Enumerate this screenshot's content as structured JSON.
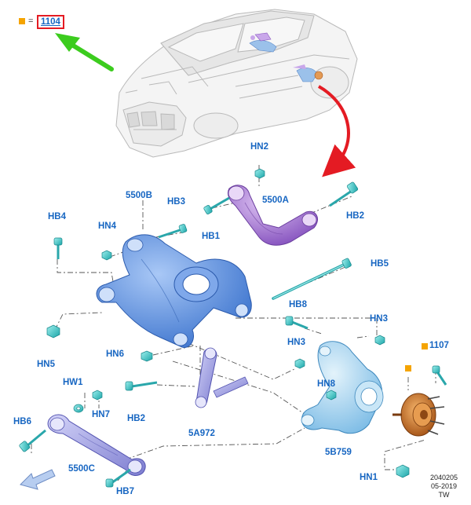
{
  "legend": {
    "marker_color": "#f5a400",
    "equals": "=",
    "reference": "1104"
  },
  "parts": {
    "hn2": "HN2",
    "b5500b": "5500B",
    "hb3": "HB3",
    "b5500a": "5500A",
    "hb4": "HB4",
    "hn4": "HN4",
    "hb1": "HB1",
    "hb2_top": "HB2",
    "hb5": "HB5",
    "hb8": "HB8",
    "hn3_right": "HN3",
    "hn3_mid": "HN3",
    "hn5": "HN5",
    "hn6": "HN6",
    "p1107": "1107",
    "hw1": "HW1",
    "hn8": "HN8",
    "hn7": "HN7",
    "hb2_low": "HB2",
    "hb6": "HB6",
    "a5a972": "5A972",
    "b5b759": "5B759",
    "c5500c": "5500C",
    "hn1": "HN1",
    "hb7": "HB7"
  },
  "stamp": {
    "code": "2040205",
    "date": "05-2019",
    "initials": "TW"
  },
  "colors": {
    "callout_text": "#1766c2",
    "leader_line": "#555555",
    "green_arrow": "#3ccc1e",
    "red_arrow": "#e41b23",
    "knuckle_blue": "#a8d4ef",
    "upper_arm_purple": "#b58ad8",
    "subframe_blue": "#6c9ee6",
    "link_lavender": "#a9a9e8",
    "fastener_teal": "#3ec7c7",
    "hub_orange": "#d9822b"
  }
}
